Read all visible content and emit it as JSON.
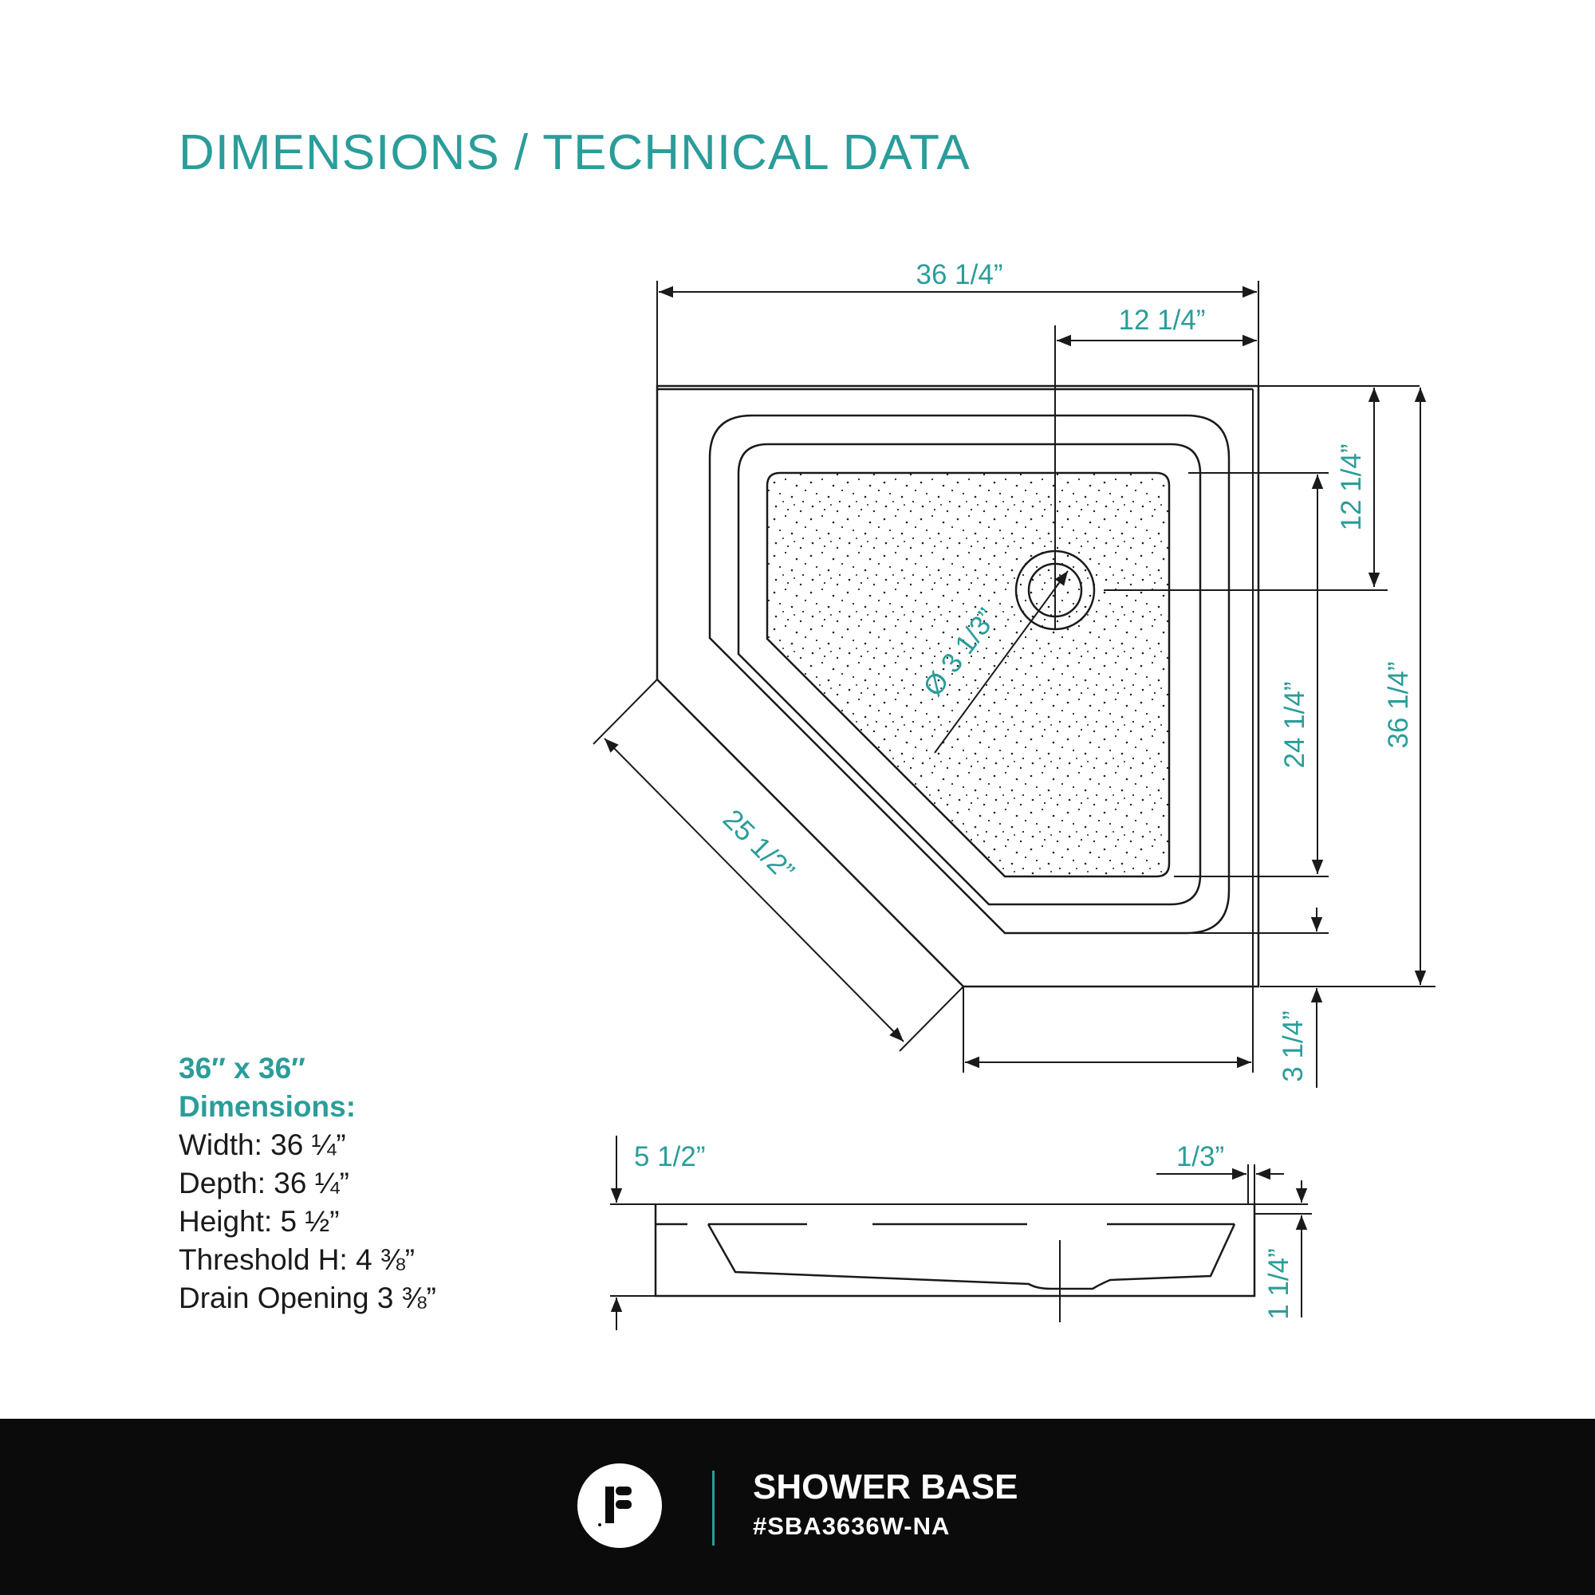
{
  "header": {
    "title": "DIMENSIONS / TECHNICAL DATA"
  },
  "specs": {
    "size": "36″ x 36″",
    "heading": "Dimensions:",
    "lines": [
      "Width: 36 ¼”",
      "Depth: 36 ¼”",
      "Height: 5 ½”",
      "Threshold H: 4 ⅜”",
      "Drain Opening 3 ⅜”"
    ]
  },
  "dims": {
    "top_width": "36 1/4”",
    "top_right": "12 1/4”",
    "right_upper": "12 1/4”",
    "right_mid": "24 1/4”",
    "right_full": "36 1/4”",
    "diagonal": "25 1/2”",
    "drain": "Ø 3 1/3”",
    "bottom_small": "3 1/4”",
    "side_height": "5 1/2”",
    "side_lip": "1/3”",
    "side_right": "1 1/4”"
  },
  "footer": {
    "product": "SHOWER BASE",
    "sku": "#SBA3636W-NA"
  },
  "colors": {
    "accent": "#2a9d9a",
    "line": "#1a1a1a",
    "footer_bg": "#0b0b0b"
  }
}
